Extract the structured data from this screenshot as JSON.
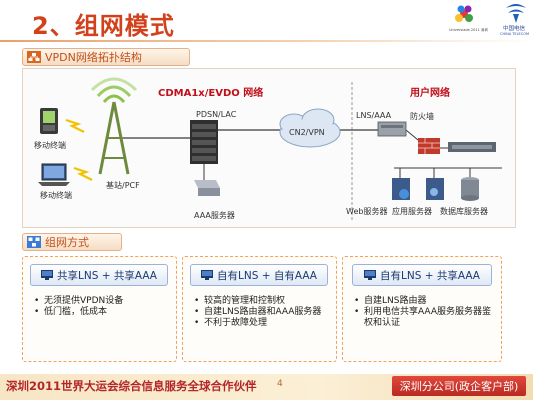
{
  "slide": {
    "title": "2、组网模式",
    "page_number": "4"
  },
  "logos": {
    "expo_caption": "Universiade 2011 深圳",
    "telecom_name": "中国电信",
    "telecom_sub": "CHINA TELECOM"
  },
  "section_topology": {
    "title": "VPDN网络拓扑结构"
  },
  "diagram": {
    "cdma_title": "CDMA1x/EVDO 网络",
    "user_net_title": "用户网络",
    "mobile1": "移动终端",
    "mobile2": "移动终端",
    "base_station": "基站/PCF",
    "pdsn": "PDSN/LAC",
    "aaa_server": "AAA服务器",
    "cloud": "CN2/VPN",
    "lns_aaa": "LNS/AAA",
    "firewall": "防火墙",
    "web_server": "Web服务器",
    "app_server": "应用服务器",
    "db_server": "数据库服务器"
  },
  "section_mode": {
    "title": "组网方式"
  },
  "modes": [
    {
      "title": "共享LNS + 共享AAA",
      "features": [
        "无须提供VPDN设备",
        "低门槛，低成本"
      ]
    },
    {
      "title": "自有LNS + 自有AAA",
      "features": [
        "较高的管理和控制权",
        "自建LNS路由器和AAA服务器",
        "不利于故障处理"
      ]
    },
    {
      "title": "自有LNS + 共享AAA",
      "features": [
        "自建LNS路由器",
        "利用电信共享AAA服务服务器鉴权和认证"
      ]
    }
  ],
  "footer": {
    "left_text": "深圳2011世界大运会综合信息服务全球合作伙伴",
    "right_text": "深圳分公司(政企客户部)"
  },
  "colors": {
    "title_red": "#d2411b",
    "footer_red": "#b3262a",
    "section_orange": "#c0501b",
    "card_blue": "#1c3a6e"
  }
}
